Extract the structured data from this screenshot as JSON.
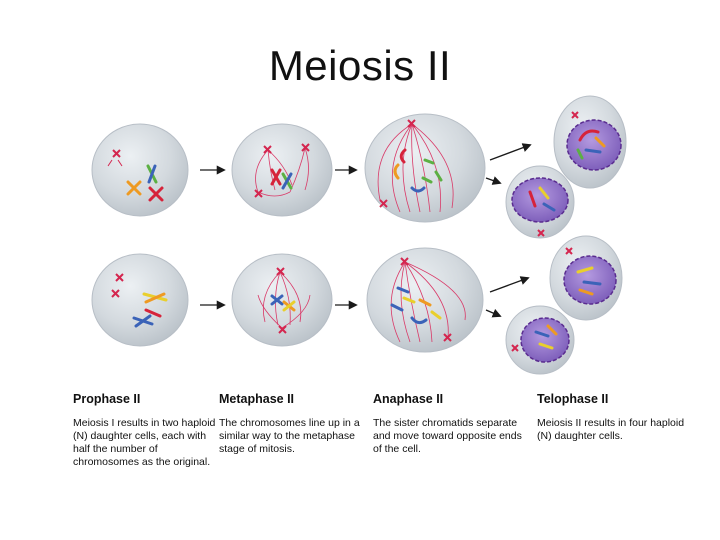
{
  "title": "Meiosis II",
  "colors": {
    "cell_fill": "#d5dadf",
    "cell_edge": "#b7bec6",
    "spindle": "#d93a68",
    "centriole": "#d4264f",
    "nucleus_fill": "#8a6cc8",
    "nucleus_edge": "#5a2c90",
    "arrow": "#1a1a1a",
    "chrom_red": "#d6233a",
    "chrom_orange": "#ee9a22",
    "chrom_green": "#5cb043",
    "chrom_blue": "#3b63b8",
    "chrom_yellow": "#e9cf2c"
  },
  "phases": [
    {
      "name": "Prophase II",
      "description": "Meiosis I results in two haploid (N) daughter cells, each with half the number of chromosomes as the original."
    },
    {
      "name": "Metaphase II",
      "description": "The chromosomes line up in a similar way to the metaphase stage of mitosis."
    },
    {
      "name": "Anaphase II",
      "description": "The sister chromatids separate and move toward opposite ends of the cell."
    },
    {
      "name": "Telophase II",
      "description": "Meiosis II results in four haploid (N) daughter cells."
    }
  ]
}
